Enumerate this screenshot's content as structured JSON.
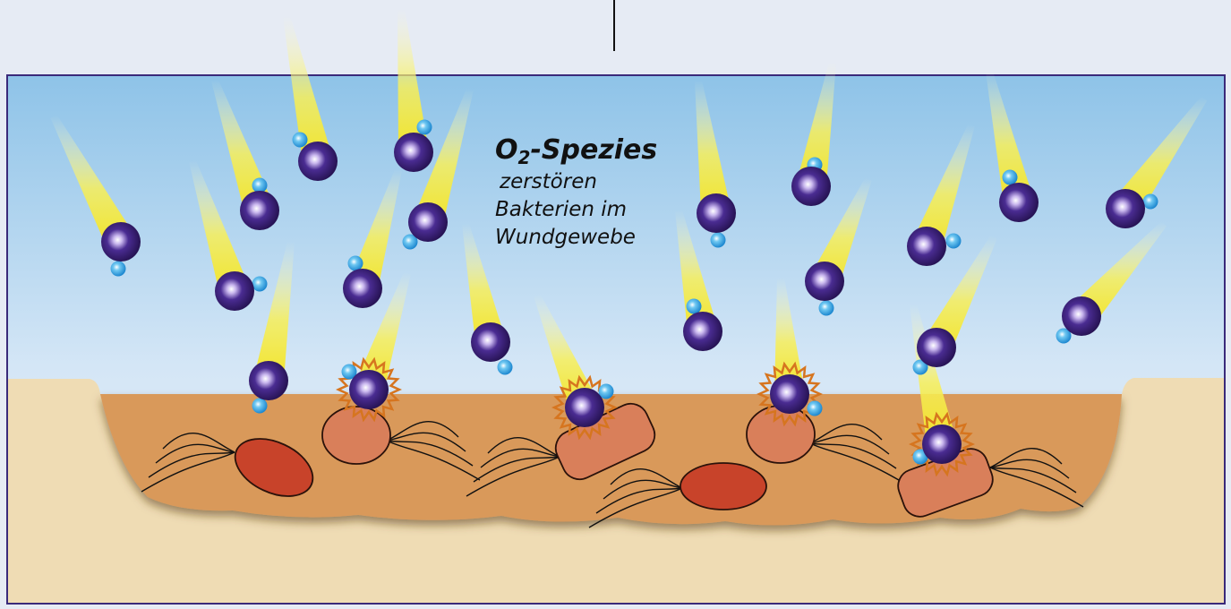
{
  "annotation": {
    "formula_main": "O",
    "formula_subscript": "2",
    "formula_suffix": "-Spezies",
    "description_lines": [
      "zerstören",
      "Bakterien im",
      "Wundgewebe"
    ]
  },
  "colors": {
    "background": "#e6ebf4",
    "sky_top": "#8ec3e8",
    "wound_tissue": "#d9995a",
    "skin": "#efdcb4",
    "frame": "#3a2a7a",
    "oxygen_atom": "#3b1f7e",
    "hydrogen_atom": "#39a9e8",
    "light_beam": "#f4ea3a",
    "damaged_bacterium": "#d97f5a",
    "intact_bacterium": "#c8432a",
    "burst_outline": "#d6751f"
  },
  "icons": [
    "oxygen-species-icon",
    "bacterium-icon",
    "burst-icon"
  ]
}
